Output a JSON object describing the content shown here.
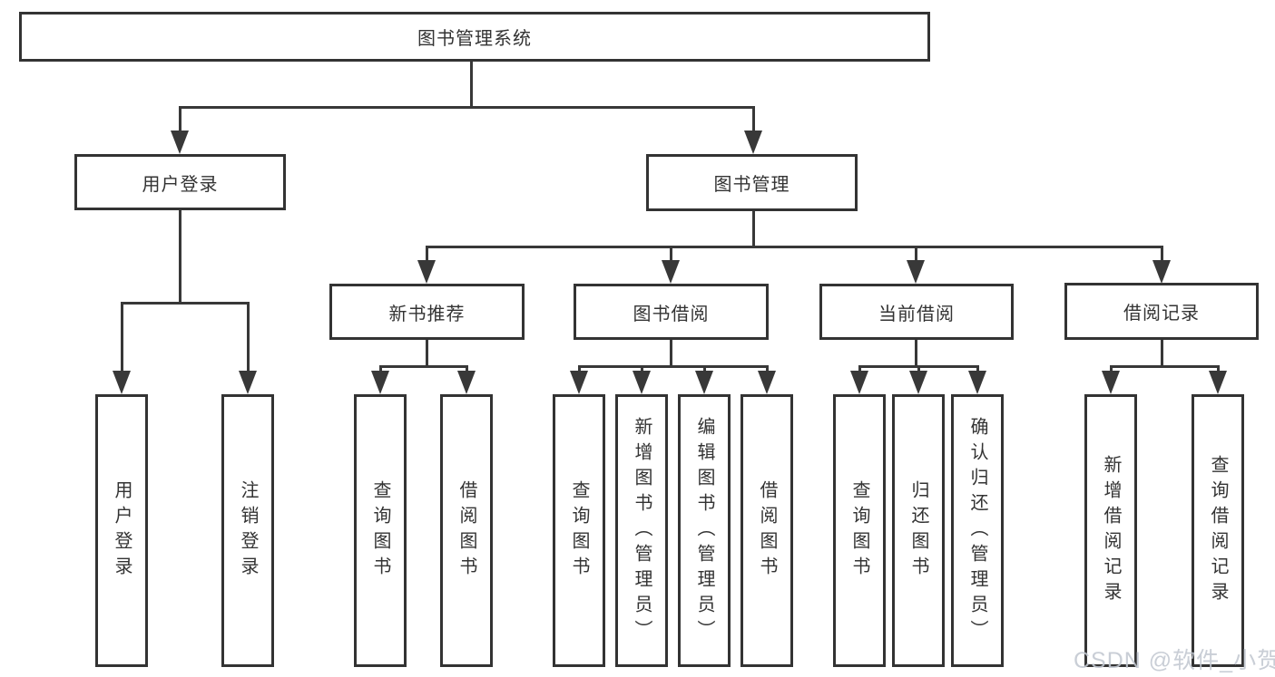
{
  "diagram": {
    "title": "图书管理系统",
    "root": {
      "label": "图书管理系统"
    },
    "level2": [
      {
        "label": "用户登录"
      },
      {
        "label": "图书管理"
      }
    ],
    "level3": [
      {
        "label": "新书推荐"
      },
      {
        "label": "图书借阅"
      },
      {
        "label": "当前借阅"
      },
      {
        "label": "借阅记录"
      }
    ],
    "leaves": {
      "user_login": [
        "用户登录",
        "注销登录"
      ],
      "new_books": [
        "查询图书",
        "借阅图书"
      ],
      "book_borrow": [
        "查询图书",
        "新增图书（管理员）",
        "编辑图书（管理员）",
        "借阅图书"
      ],
      "current_borrow": [
        "查询图书",
        "归还图书",
        "确认归还（管理员）"
      ],
      "borrow_records": [
        "新增借阅记录",
        "查询借阅记录"
      ]
    }
  },
  "watermark": "CSDN @软件_小贺同学",
  "colors": {
    "line": "#383838",
    "border": "#333333",
    "text": "#333333",
    "background": "#ffffff",
    "watermark": "#c1c7d0"
  }
}
